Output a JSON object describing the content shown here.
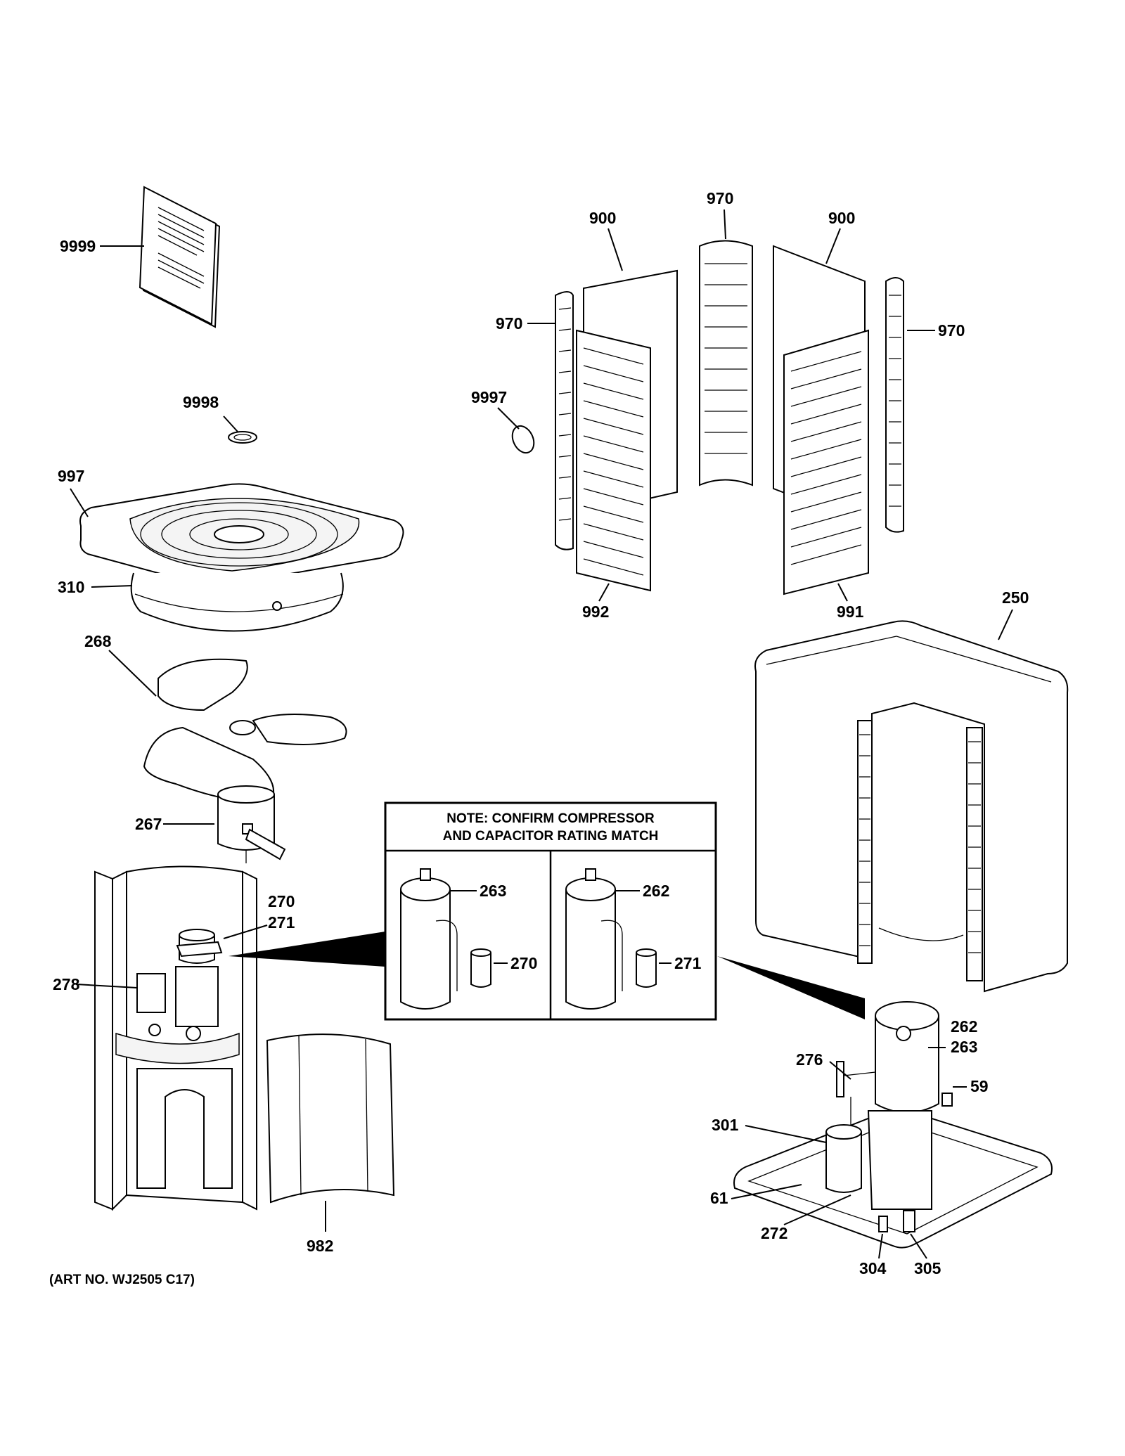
{
  "art_number": "(ART NO. WJ2505 C17)",
  "note": {
    "line1": "NOTE: CONFIRM COMPRESSOR",
    "line2": "AND CAPACITOR RATING MATCH",
    "left": {
      "compressor": "263",
      "capacitor": "270"
    },
    "right": {
      "compressor": "262",
      "capacitor": "271"
    }
  },
  "labels": {
    "p9999": "9999",
    "p9998": "9998",
    "p997": "997",
    "p310": "310",
    "p268": "268",
    "p267": "267",
    "p270": "270",
    "p271": "271",
    "p278": "278",
    "p982": "982",
    "p900a": "900",
    "p900b": "900",
    "p970top": "970",
    "p970left": "970",
    "p970right": "970",
    "p9997": "9997",
    "p992": "992",
    "p991": "991",
    "p250": "250",
    "p262": "262",
    "p263": "263",
    "p276": "276",
    "p59": "59",
    "p301": "301",
    "p61": "61",
    "p272": "272",
    "p304": "304",
    "p305": "305"
  }
}
